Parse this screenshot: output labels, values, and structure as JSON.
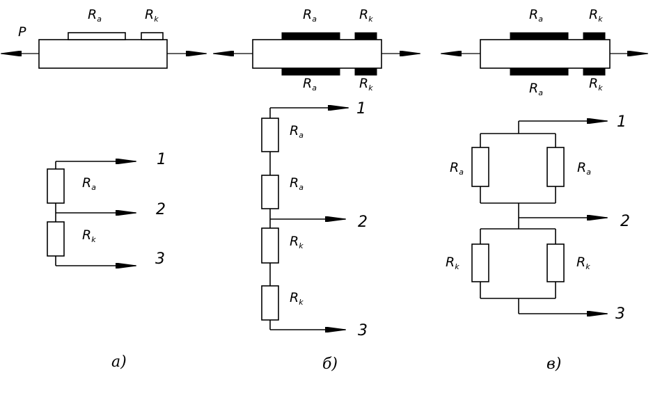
{
  "labels": {
    "force": "P",
    "ra": "R",
    "ra_sub": "a",
    "rk": "R",
    "rk_sub": "k",
    "out1": "1",
    "out2": "2",
    "out3": "3"
  },
  "captions": {
    "a": "а)",
    "b": "б)",
    "c": "в)"
  }
}
